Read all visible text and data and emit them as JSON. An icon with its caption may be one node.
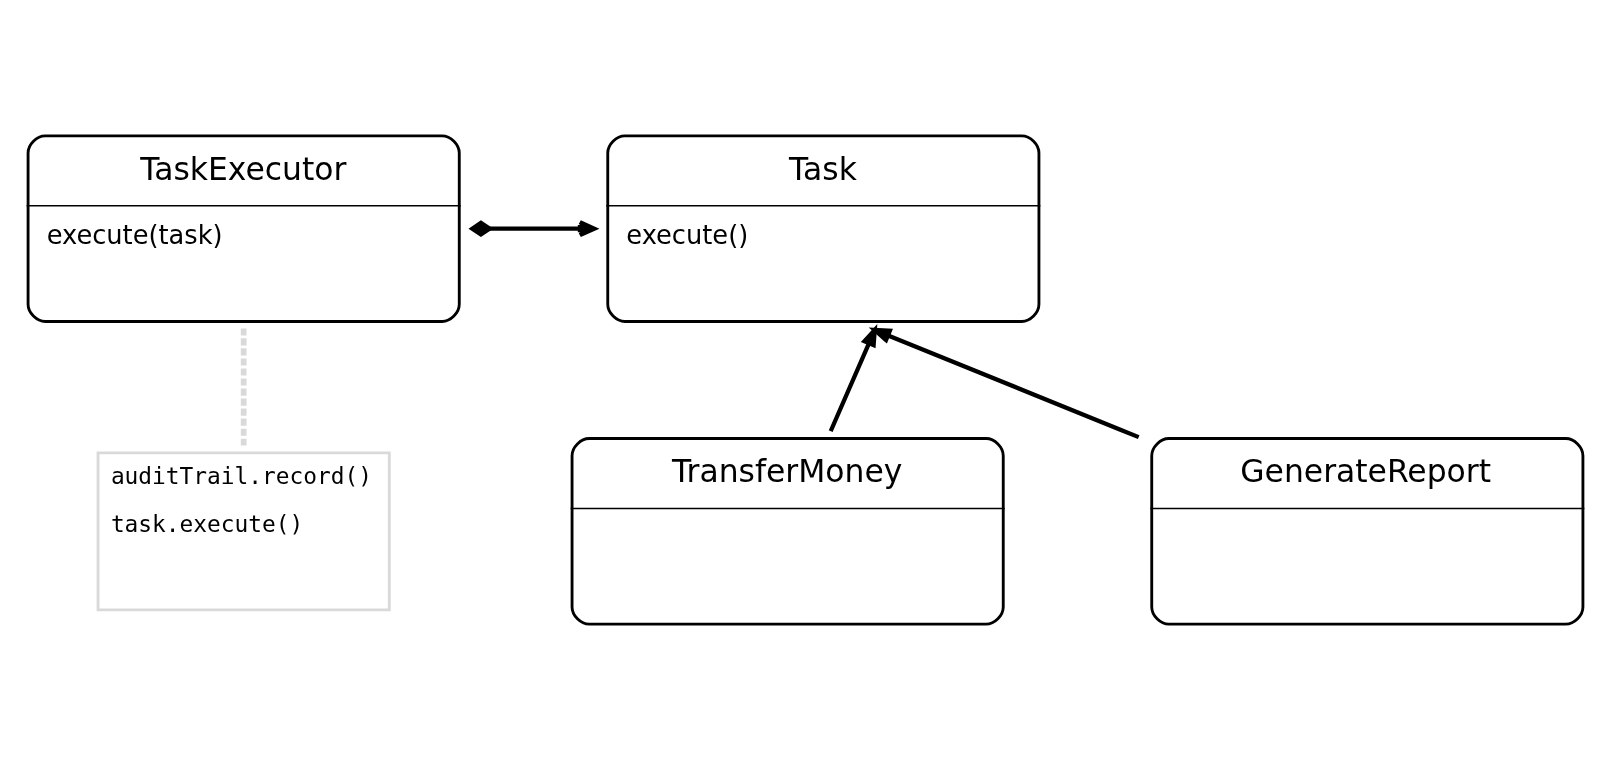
{
  "diagram": {
    "nodes": [
      {
        "text": [
          "TaskExecutor",
          "execute(task)"
        ]
      },
      {
        "text": [
          "Task",
          "execute()"
        ]
      },
      {
        "text": [
          "auditTrail.record()",
          "task.execute()"
        ]
      },
      {
        "text": [
          "TransferMoney"
        ]
      },
      {
        "text": [
          "GenerateReport"
        ]
      }
    ],
    "edges": [
      {
        "from": 0,
        "to": 1,
        "arrow": "to"
      },
      {
        "from": 3,
        "to": 1,
        "arrow": "to"
      },
      {
        "from": 4,
        "to": 1,
        "arrow": "to"
      },
      {
        "from": 2,
        "to": 0,
        "arrow": "none",
        "style": "dashed",
        "color": "#d9d9d9"
      }
    ]
  }
}
